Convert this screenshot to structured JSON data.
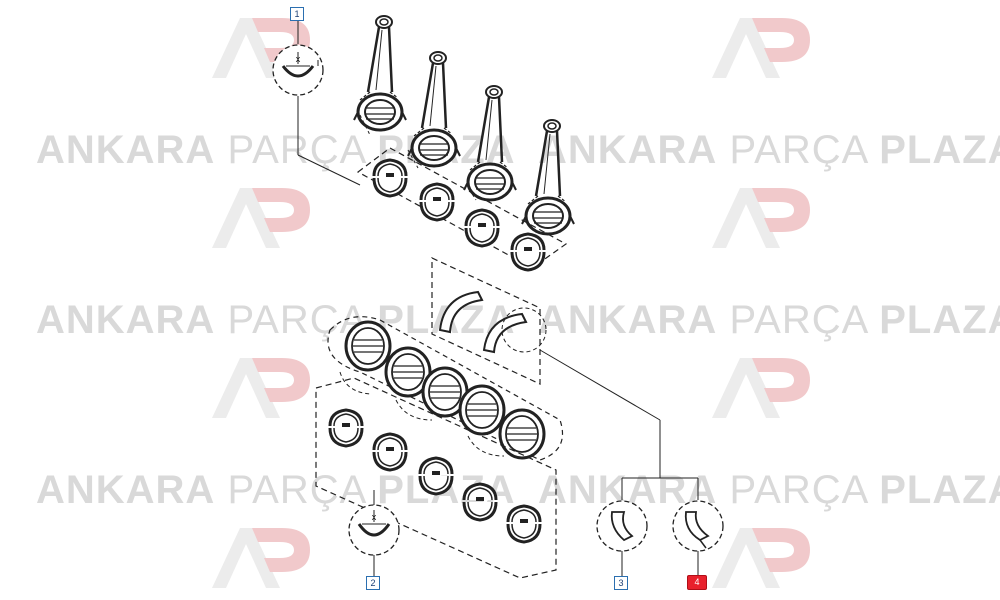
{
  "watermark": {
    "brand_strong": "ANKARA",
    "brand_light": "PARÇA",
    "brand_strong2": "PLAZA",
    "logo_letters": "AP"
  },
  "callouts": [
    {
      "id": "1",
      "selected": false
    },
    {
      "id": "2",
      "selected": false
    },
    {
      "id": "3",
      "selected": false
    },
    {
      "id": "4",
      "selected": true
    }
  ],
  "detail_marks": {
    "upper_bearing_detail": "x",
    "lower_bearing_detail": "x"
  },
  "colors": {
    "line": "#222222",
    "callout_border": "#2b6fb0",
    "selected": "#e8212c",
    "watermark": "#dddddd"
  }
}
